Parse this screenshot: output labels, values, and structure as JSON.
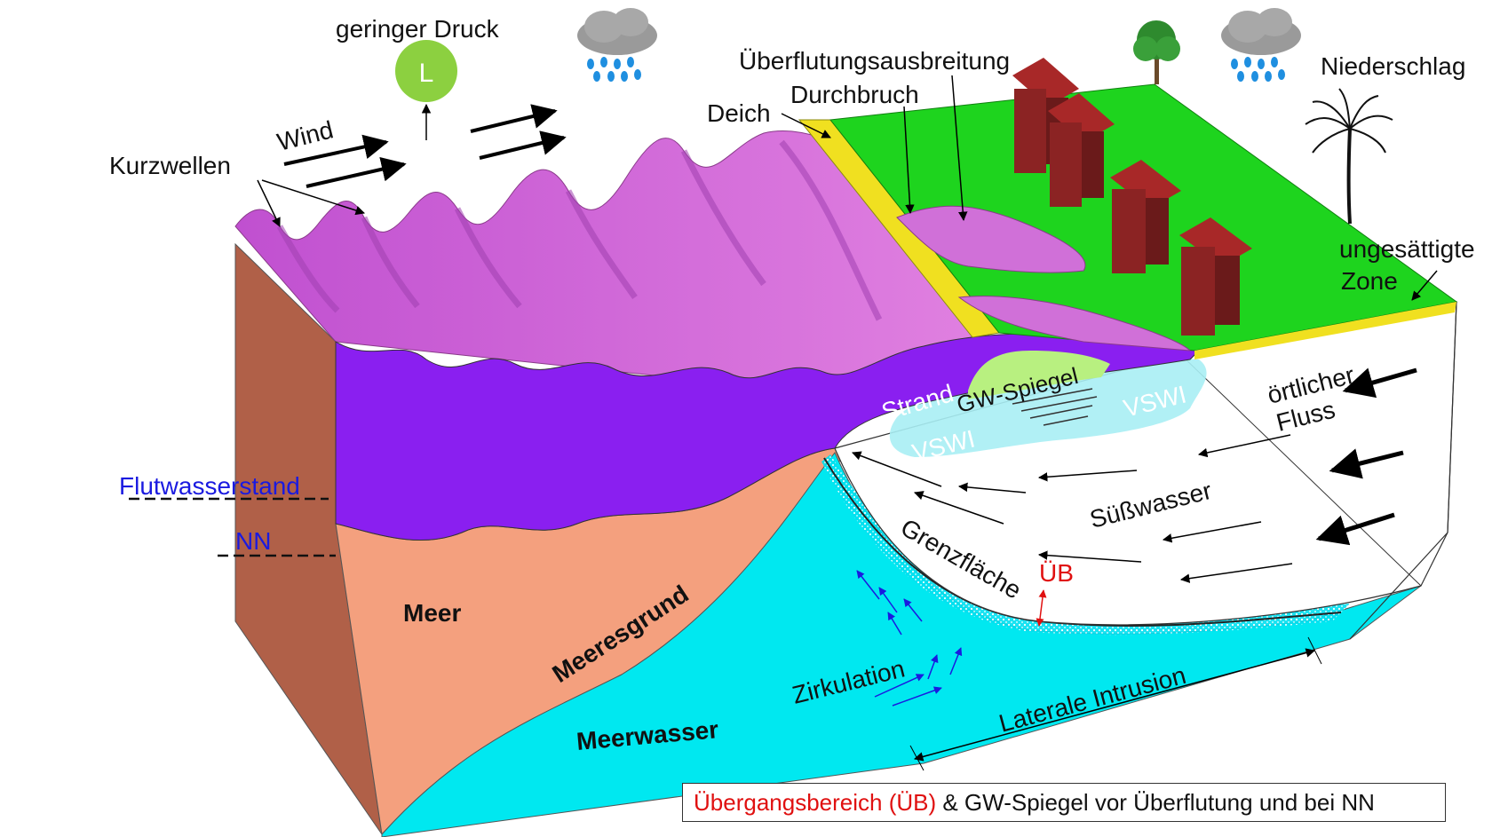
{
  "labels": {
    "low_pressure": "geringer Druck",
    "low_symbol": "L",
    "wind": "Wind",
    "short_waves": "Kurzwellen",
    "flood_spread": "Überflutungsausbreitung",
    "breach": "Durchbruch",
    "dike": "Deich",
    "precipitation": "Niederschlag",
    "unsaturated_zone_1": "ungesättigte",
    "unsaturated_zone_2": "Zone",
    "local_flow_1": "örtlicher",
    "local_flow_2": "Fluss",
    "beach": "Strand",
    "gw_level": "GW-Spiegel",
    "vswi_right": "VSWI",
    "vswi_left": "VSWI",
    "flood_level": "Flutwasserstand",
    "nn": "NN",
    "freshwater": "Süßwasser",
    "interface": "Grenzfläche",
    "ub": "ÜB",
    "sea": "Meer",
    "seabed": "Meeresgrund",
    "circulation": "Zirkulation",
    "lateral_intrusion": "Laterale Intrusion",
    "seawater": "Meerwasser"
  },
  "legend": {
    "red_part": "Übergangsbereich (ÜB)",
    "black_part": " & GW-Spiegel vor Überflutung und bei NN"
  },
  "colors": {
    "sea_surface": "#d070d8",
    "flood_water": "#8a1ff0",
    "sea_body": "#f4a07e",
    "seawater": "#00e8f0",
    "land": "#1ed41e",
    "dike": "#f0e020",
    "house": "#8b2323",
    "low_pressure": "#8cd040",
    "labels_blue": "#1a1ae0",
    "labels_red": "#e01010"
  }
}
